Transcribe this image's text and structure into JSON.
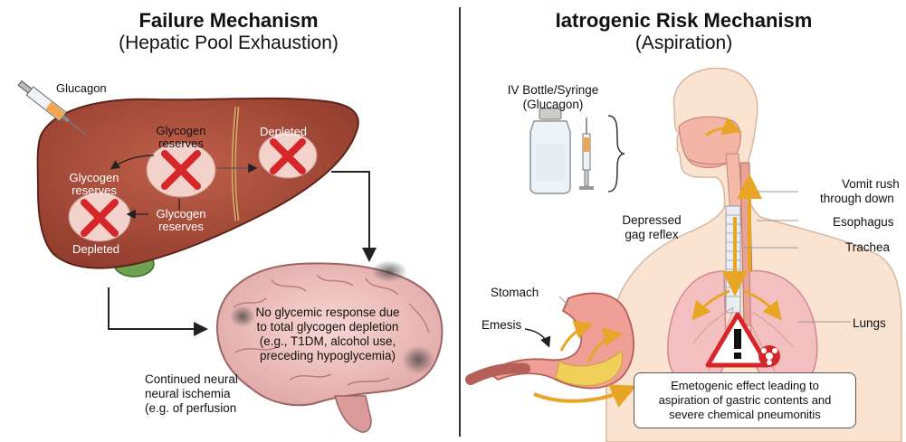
{
  "left": {
    "title": "Failure Mechanism",
    "subtitle": "(Hepatic Pool Exhaustion)",
    "labels": {
      "glucagon": "Glucagon",
      "glycogen_reserves_top": [
        "Glycogen",
        "reserves"
      ],
      "glycogen_reserves_left": [
        "Glycogen",
        "reserves"
      ],
      "glycogen_reserves_bottom": [
        "Glycogen",
        "reserves"
      ],
      "depleted_right": "Depleted",
      "depleted_left": "Depleted"
    },
    "brain_text": [
      "No glycemic response due",
      "to total glycogen depletion",
      "(e.g., T1DM, alcohol use,",
      "preceding hypoglycemia)"
    ],
    "ischemia_text": [
      "Continued neural",
      "neural ischemia",
      "(e.g. of perfusion"
    ]
  },
  "right": {
    "title": "Iatrogenic Risk Mechanism",
    "subtitle": "(Aspiration)",
    "labels": {
      "iv_bottle": [
        "IV Bottle/Syringe",
        "(Glucagon)"
      ],
      "depressed_gag": [
        "Depressed",
        "gag reflex"
      ],
      "vomit_rush": [
        "Vomit rush",
        "through down"
      ],
      "esophagus": "Esophagus",
      "trachea": "Trachea",
      "stomach": "Stomach",
      "emesis": "Emesis",
      "lungs": "Lungs"
    },
    "callout": [
      "Emetogenic effect leading to",
      "aspiration of gastric contents and",
      "severe chemical pneumonitis"
    ]
  }
}
